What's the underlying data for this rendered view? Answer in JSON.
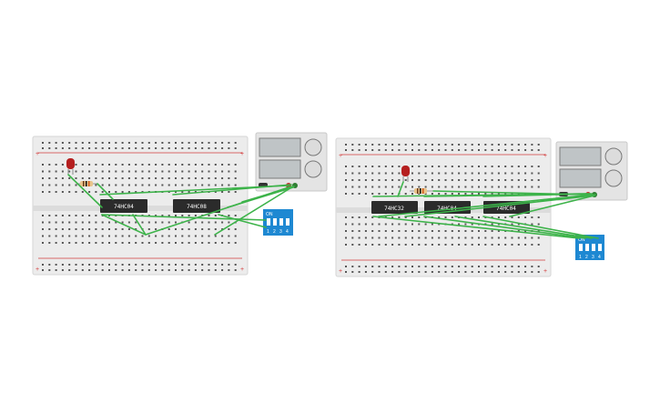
{
  "circuits": [
    {
      "name": "circuit-left",
      "chips": [
        "74HC04",
        "74HC08"
      ],
      "dip_switch": {
        "on_label": "ON",
        "positions": [
          "1",
          "2",
          "3",
          "4"
        ]
      },
      "rail_signs": {
        "plus": "+",
        "minus": "-"
      }
    },
    {
      "name": "circuit-right",
      "chips": [
        "74HC32",
        "74HC04",
        "74HC04"
      ],
      "dip_switch": {
        "on_label": "ON",
        "positions": [
          "1",
          "2",
          "3",
          "4"
        ]
      },
      "rail_signs": {
        "plus": "+",
        "minus": "-"
      }
    }
  ],
  "colors": {
    "breadboard": "#ececec",
    "breadboard_edge": "#d9d9d9",
    "hole": "#555555",
    "rail_red": "#d33b3b",
    "wire_green": "#3db34a",
    "chip": "#2b2b2b",
    "dip_blue": "#1e88d2",
    "led_red": "#b51f1f",
    "power_supply": "#e4e4e4",
    "display": "#bfc4c6"
  },
  "icons": [
    "led-icon",
    "resistor-icon",
    "power-supply-icon",
    "dip-switch-icon",
    "breadboard-icon"
  ]
}
